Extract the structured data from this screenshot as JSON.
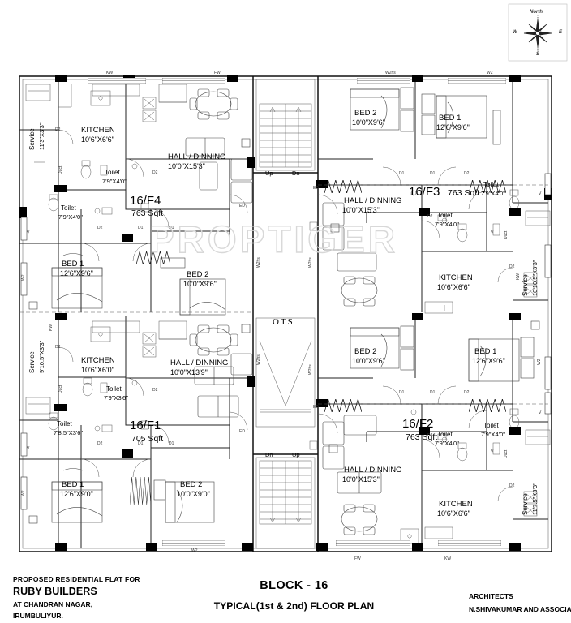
{
  "drawing": {
    "title": "BLOCK - 16",
    "subtitle": "TYPICAL(1st & 2nd) FLOOR PLAN",
    "watermark": "PROPTIGER",
    "core_label": "OTS"
  },
  "footer": {
    "proposed_for": "PROPOSED RESIDENTIAL FLAT FOR",
    "client": "RUBY BUILDERS",
    "address_line1": "AT CHANDRAN NAGAR,",
    "address_line2": "IRUMBULIYUR.",
    "architects_label": "ARCHITECTS",
    "architects_name": "N.SHIVAKUMAR AND ASSOCIATES"
  },
  "compass": {
    "north": "North",
    "west": "W",
    "east": "E",
    "south": "S"
  },
  "stairs": {
    "top": {
      "up": "Up",
      "down": "Dn"
    },
    "bottom": {
      "down": "Dn",
      "up": "Up"
    }
  },
  "units": [
    {
      "id": "unit-f4",
      "name": "16/F4",
      "area": "763 Sqft",
      "rooms": [
        {
          "name": "KITCHEN",
          "dims": "10'6\"X6'6\""
        },
        {
          "name": "HALL / DINNING",
          "dims": "10'0\"X15'3\""
        },
        {
          "name": "Toilet",
          "dims": "7'9\"X4'0\""
        },
        {
          "name": "Toilet",
          "dims": "7'9\"X4'0\""
        },
        {
          "name": "BED 1",
          "dims": "12'6\"X9'6\""
        },
        {
          "name": "BED 2",
          "dims": "10'0\"X9'6\""
        },
        {
          "name": "Service",
          "dims": "11'3\"X3'3\""
        }
      ]
    },
    {
      "id": "unit-f3",
      "name": "16/F3",
      "area": "763 Sqft",
      "rooms": [
        {
          "name": "BED 2",
          "dims": "10'0\"X9'6\""
        },
        {
          "name": "BED 1",
          "dims": "12'6\"X9'6\""
        },
        {
          "name": "HALL / DINNING",
          "dims": "10'0\"X15'3\""
        },
        {
          "name": "Toilet",
          "dims": "7'9\"X4'0\""
        },
        {
          "name": "Toilet",
          "dims": "7'9\"X4'0\""
        },
        {
          "name": "KITCHEN",
          "dims": "10'6\"X6'6\""
        },
        {
          "name": "Service",
          "dims": "10'10.5\"X3'3\""
        }
      ]
    },
    {
      "id": "unit-f1",
      "name": "16/F1",
      "area": "705 Sqft",
      "rooms": [
        {
          "name": "KITCHEN",
          "dims": "10'6\"X6'0\""
        },
        {
          "name": "HALL / DINNING",
          "dims": "10'0\"X13'9\""
        },
        {
          "name": "Toilet",
          "dims": "7'9\"X3'6\""
        },
        {
          "name": "Toilet",
          "dims": "7'8.5\"X3'6\""
        },
        {
          "name": "BED 1",
          "dims": "12'6\"X9'0\""
        },
        {
          "name": "BED 2",
          "dims": "10'0\"X9'0\""
        },
        {
          "name": "Service",
          "dims": "9'10.5\"X3'3\""
        }
      ]
    },
    {
      "id": "unit-f2",
      "name": "16/F2",
      "area": "763 Sqft",
      "rooms": [
        {
          "name": "BED 2",
          "dims": "10'0\"X9'6\""
        },
        {
          "name": "BED 1",
          "dims": "12'6\"X9'6\""
        },
        {
          "name": "HALL / DINNING",
          "dims": "10'0\"X15'3\""
        },
        {
          "name": "Toilet",
          "dims": "7'9\"X4'0\""
        },
        {
          "name": "Toilet",
          "dims": "7'9\"X4'0\""
        },
        {
          "name": "KITCHEN",
          "dims": "10'6\"X6'6\""
        },
        {
          "name": "Service",
          "dims": "11'7.5\"X3'3\""
        }
      ]
    }
  ],
  "openings": {
    "window_kitchen": "KW",
    "window_french": "FW",
    "window_w2": "W2",
    "window_w2hs": "W2hs",
    "ventilator": "V",
    "door_d1": "D1",
    "door_d2": "D2",
    "door_entry": "ED",
    "duct": "Duct"
  },
  "colors": {
    "wall": "#000000",
    "line": "#1a1a1a",
    "thin": "#555555",
    "watermark": "#d8d8d8",
    "background": "#ffffff"
  }
}
